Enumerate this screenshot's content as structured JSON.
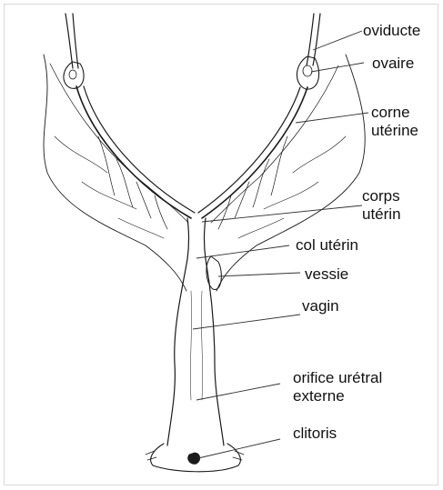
{
  "labels": {
    "oviducte": "oviducte",
    "ovaire": "ovaire",
    "corne_line1": "corne",
    "corne_line2": "utérine",
    "corps_line1": "corps",
    "corps_line2": "utérin",
    "col": "col utérin",
    "vessie": "vessie",
    "vagin": "vagin",
    "orifice_line1": "orifice urétral",
    "orifice_line2": "externe",
    "clitoris": "clitoris"
  },
  "colors": {
    "ink": "#1a1a1a",
    "line": "#333333",
    "frame": "#d9d9d9"
  }
}
